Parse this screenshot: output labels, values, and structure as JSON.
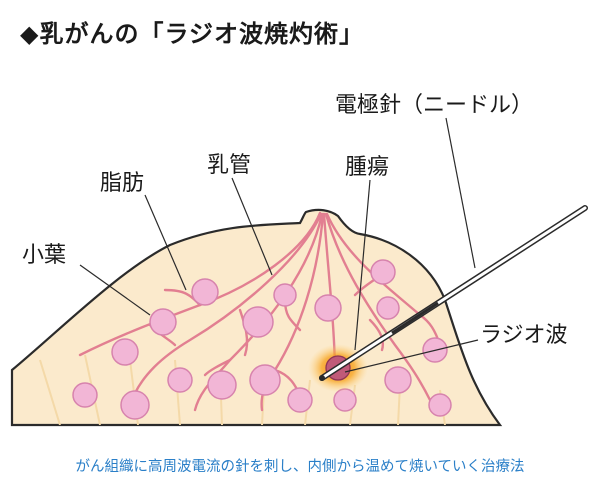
{
  "title": "◆乳がんの「ラジオ波焼灼術」",
  "labels": {
    "electrode": "電極針（ニードル）",
    "duct": "乳管",
    "fat": "脂肪",
    "tumor": "腫瘍",
    "lobule": "小葉",
    "rf": "ラジオ波"
  },
  "caption": "がん組織に高周波電流の針を刺し、内側から温めて焼いていく治療法",
  "colors": {
    "breast_fill": "#fbeacc",
    "outline": "#2b2b2b",
    "duct": "#e27f91",
    "lobule_fill": "#f2b6d6",
    "lobule_stroke": "#d783ad",
    "tumor": "#c05a78",
    "heat": "#f7a21a",
    "caption": "#2a7fc8",
    "fat_lines": "#f4d9a8"
  }
}
